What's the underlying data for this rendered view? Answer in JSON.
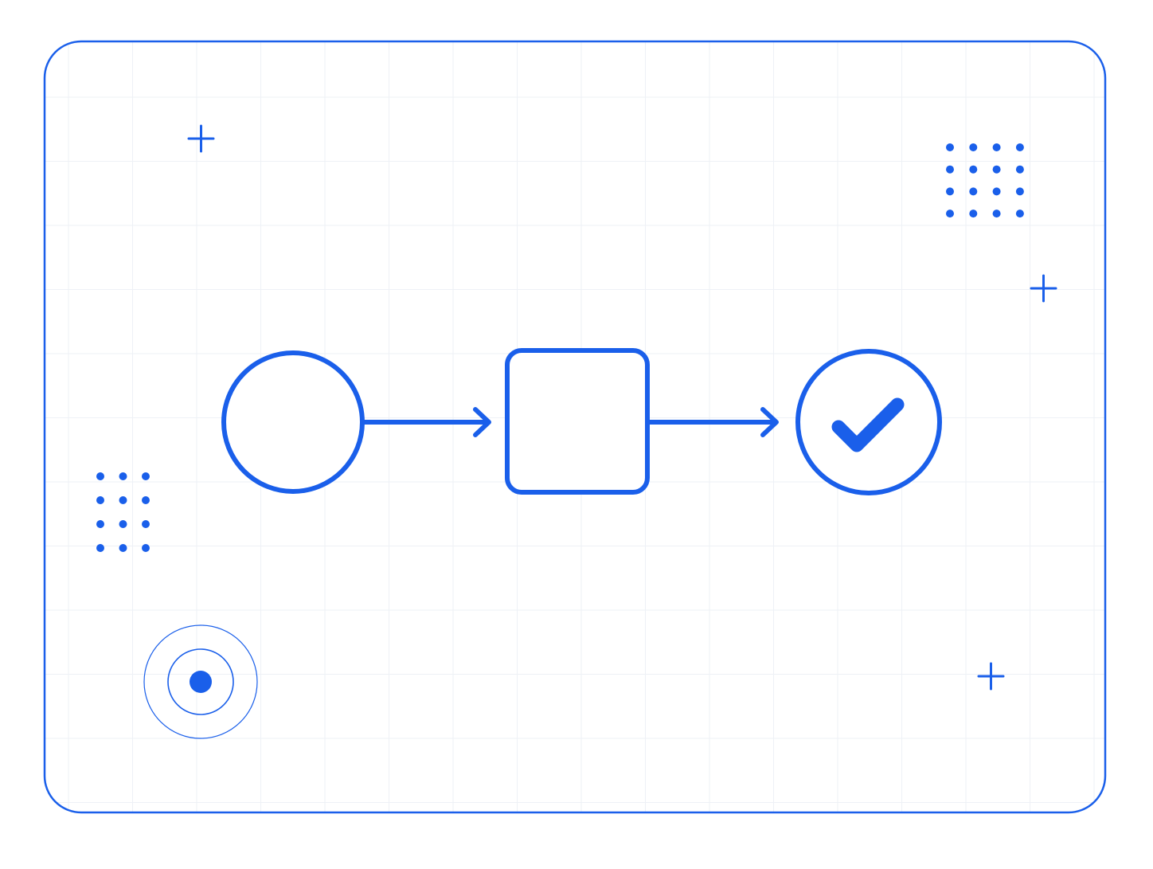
{
  "colors": {
    "accent": "#1a5fea",
    "grid": "#eef1f6",
    "background": "#ffffff"
  },
  "flow": {
    "steps": [
      {
        "shape": "circle",
        "icon": "empty-circle"
      },
      {
        "shape": "rounded-square",
        "icon": "empty-square"
      },
      {
        "shape": "circle",
        "icon": "check-icon"
      }
    ],
    "connectors": [
      {
        "from": 0,
        "to": 1,
        "icon": "arrow-right-icon"
      },
      {
        "from": 1,
        "to": 2,
        "icon": "arrow-right-icon"
      }
    ]
  },
  "decorations": {
    "plus_icons": 3,
    "dot_grids": [
      {
        "rows": 4,
        "cols": 4
      },
      {
        "rows": 4,
        "cols": 3
      }
    ],
    "target_icon": "concentric-target-icon"
  }
}
